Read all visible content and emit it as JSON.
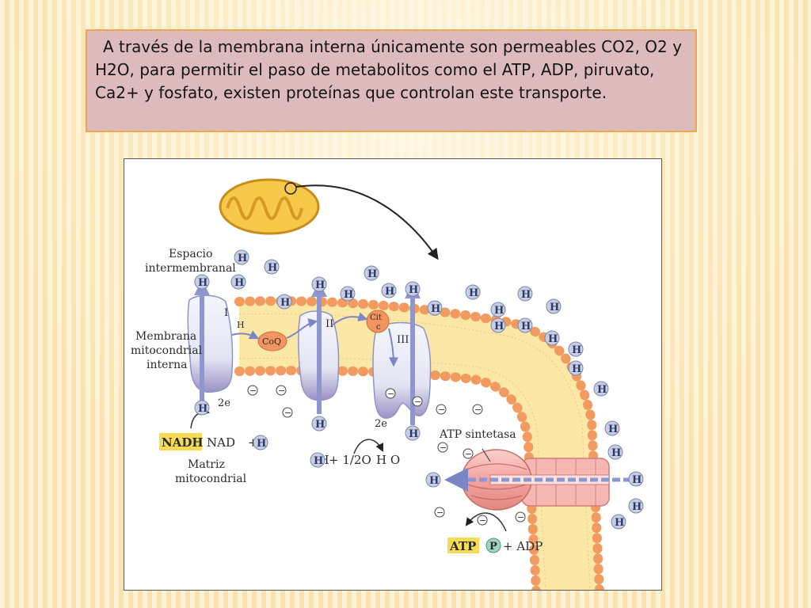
{
  "slide": {
    "text": "A través de la membrana interna únicamente son permeables CO2, O2 y H2O, para permitir el paso de metabolitos como el ATP, ADP, piruvato, Ca2+ y fosfato, existen proteínas que controlan este transporte."
  },
  "diagram": {
    "labels": {
      "espacio_1": "Espacio",
      "espacio_2": "intermembranal",
      "membrana_1": "Membrana",
      "membrana_2": "mitocondrial",
      "membrana_3": "interna",
      "matriz_1": "Matriz",
      "matriz_2": "mitocondrial",
      "complex_1": "I",
      "complex_2": "II",
      "complex_3": "III",
      "coq": "CoQ",
      "cit_1": "Cit",
      "cit_2": "c",
      "h_small": "H",
      "two_e_1": "2e",
      "two_e_2": "2e",
      "nadh": "NADH",
      "nad": "NAD",
      "plus_h": "+",
      "two_h": "2H",
      "half_o2": "+ 1/2O",
      "water": "H O",
      "atp_sintetasa": "ATP sintetasa",
      "atp": "ATP",
      "p": "P",
      "plus_adp": "+ ADP",
      "h": "H",
      "minus": "−"
    },
    "colors": {
      "membrane_fill": "#fbe7a6",
      "phospholipid_head": "#f29b61",
      "protein_fill": "#eef0fa",
      "protein_stroke": "#8d95c8",
      "arrow_blue": "#8e96cf",
      "mito_fill": "#f7c84a",
      "atpase_pink": "#f4a9a6",
      "highlight_yellow": "#f6dc54",
      "h_circle": "#c9cfe3"
    }
  }
}
